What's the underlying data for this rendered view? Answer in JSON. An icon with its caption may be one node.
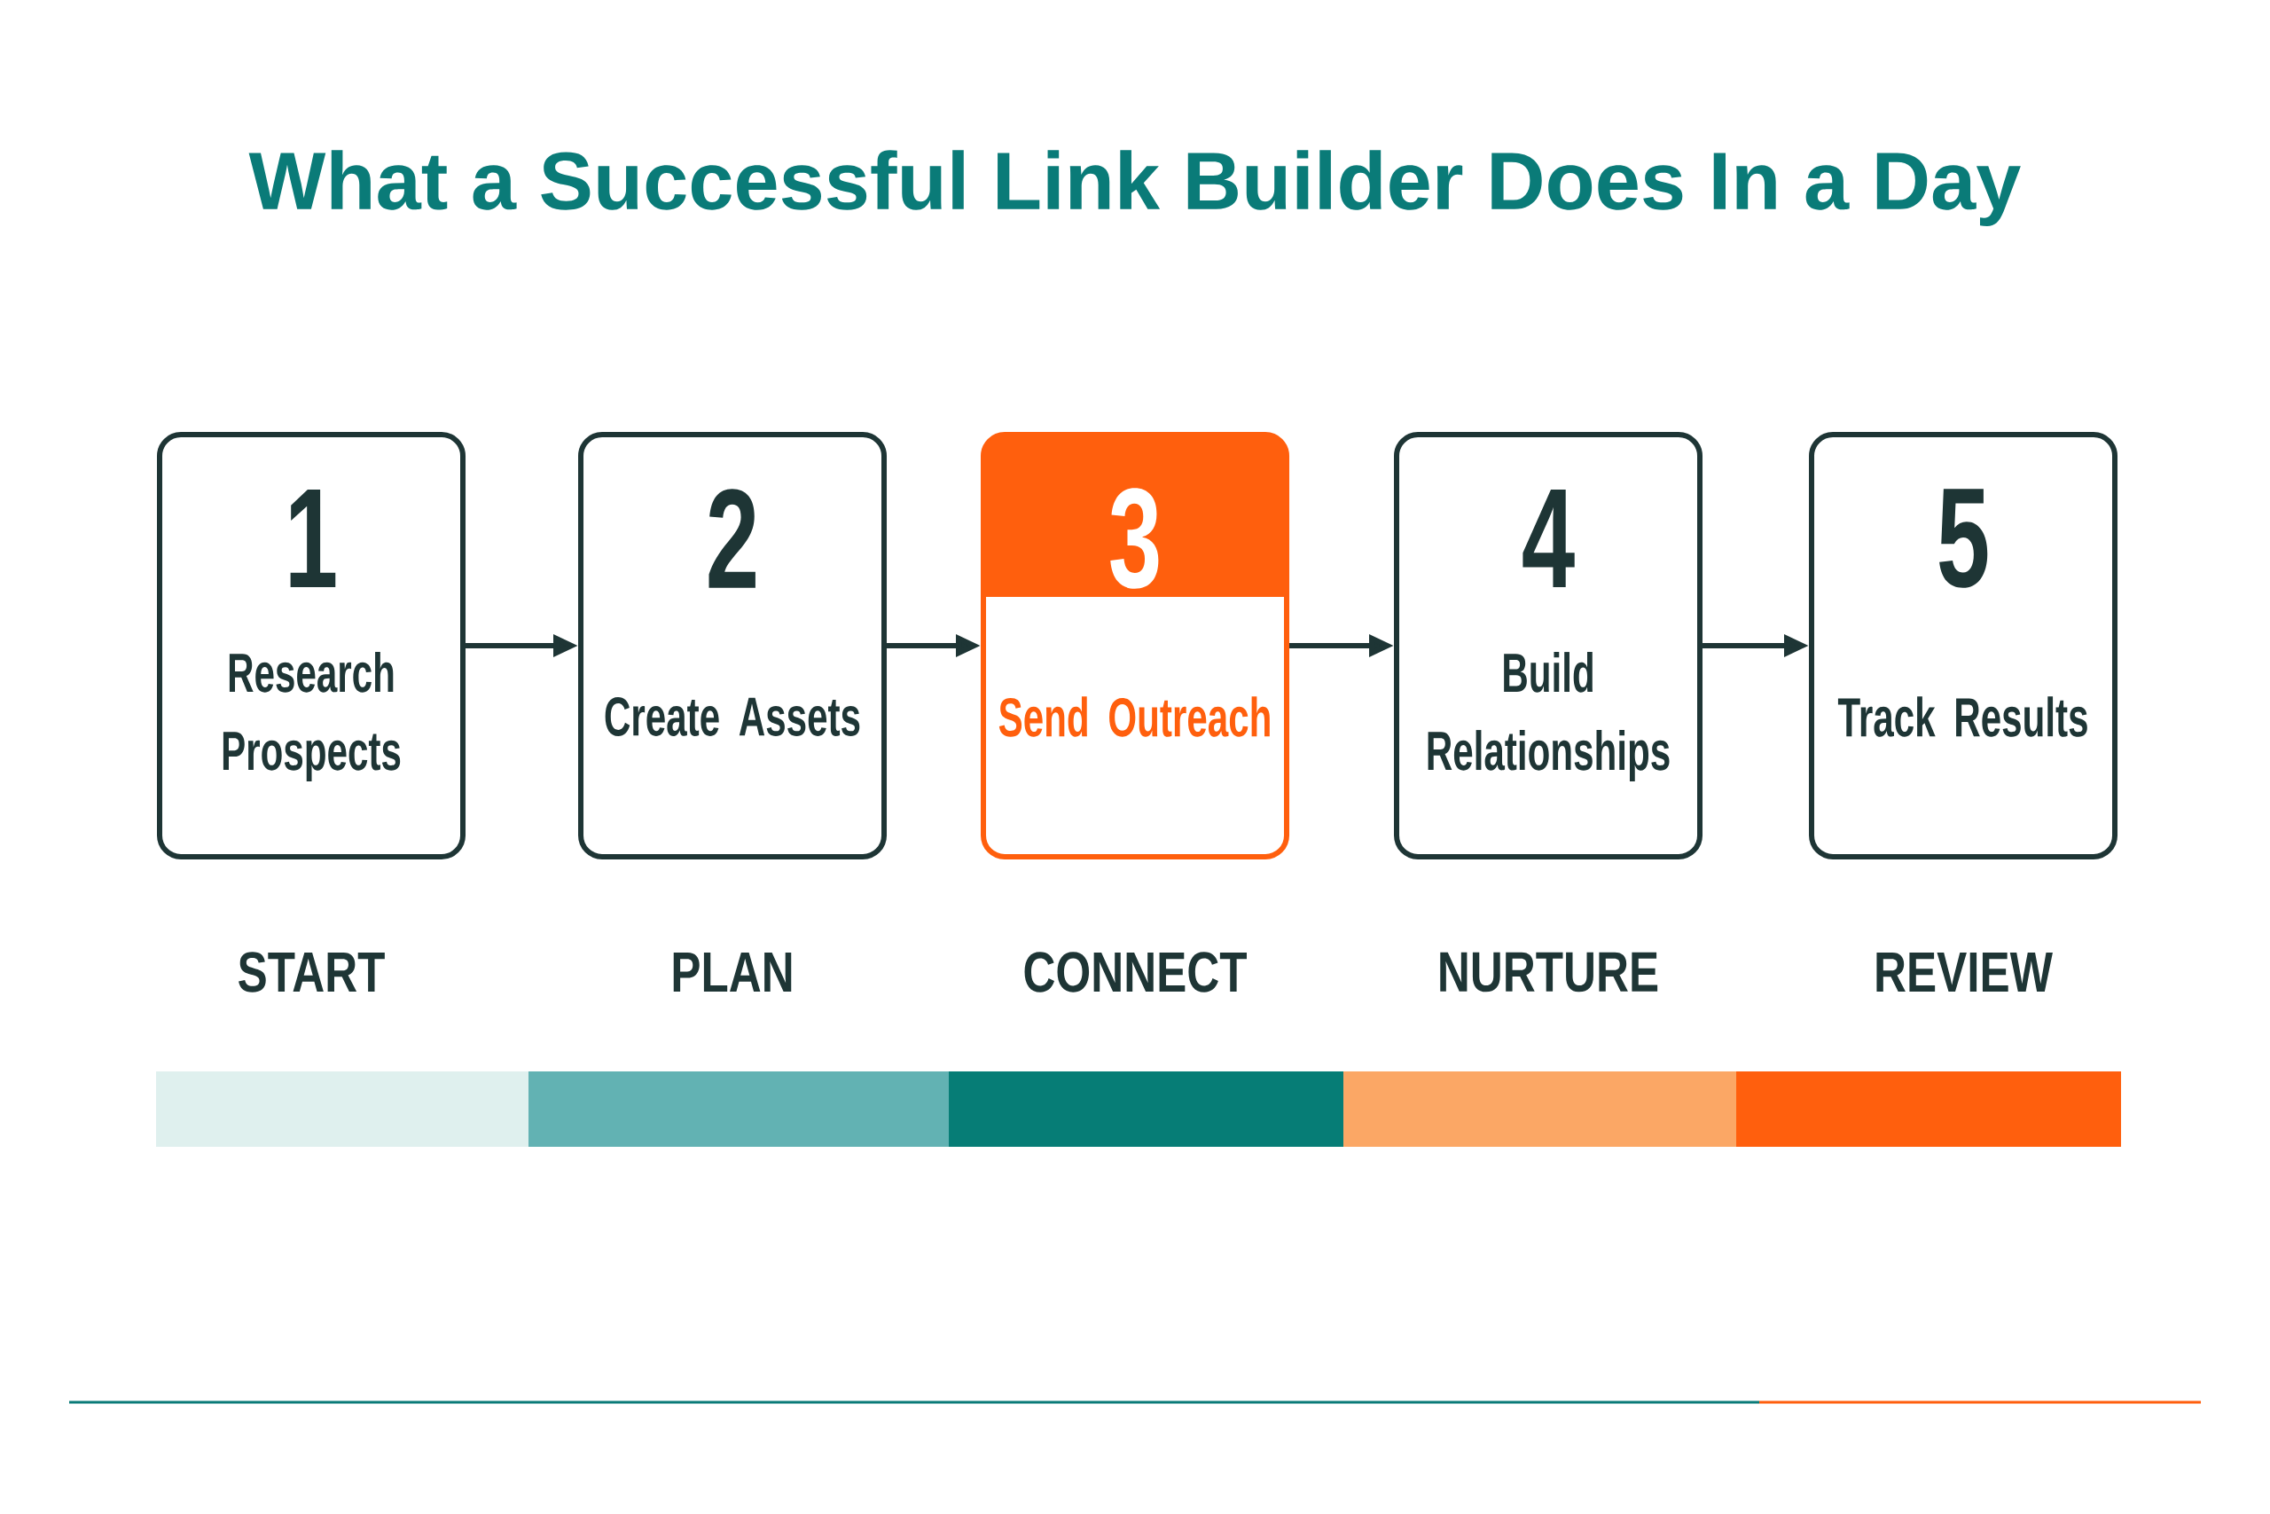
{
  "diagram": {
    "title": "What a Successful Link Builder Does In a Day",
    "nodes": [
      {
        "text": [
          "1",
          "Research Prospects"
        ],
        "beside": [
          "START"
        ]
      },
      {
        "text": [
          "2",
          "Create Assets"
        ],
        "beside": [
          "PLAN"
        ]
      },
      {
        "text": [
          "3",
          "Send Outreach"
        ],
        "beside": [
          "CONNECT"
        ]
      },
      {
        "text": [
          "4",
          "Build Relationships"
        ],
        "beside": [
          "NURTURE"
        ]
      },
      {
        "text": [
          "5",
          "Track Results"
        ],
        "beside": [
          "REVIEW"
        ]
      }
    ],
    "edges": [
      {
        "from": 0,
        "to": 1,
        "arrow": "to"
      },
      {
        "from": 1,
        "to": 2,
        "arrow": "to"
      },
      {
        "from": 2,
        "to": 3,
        "arrow": "to"
      },
      {
        "from": 3,
        "to": 4,
        "arrow": "to"
      }
    ]
  }
}
